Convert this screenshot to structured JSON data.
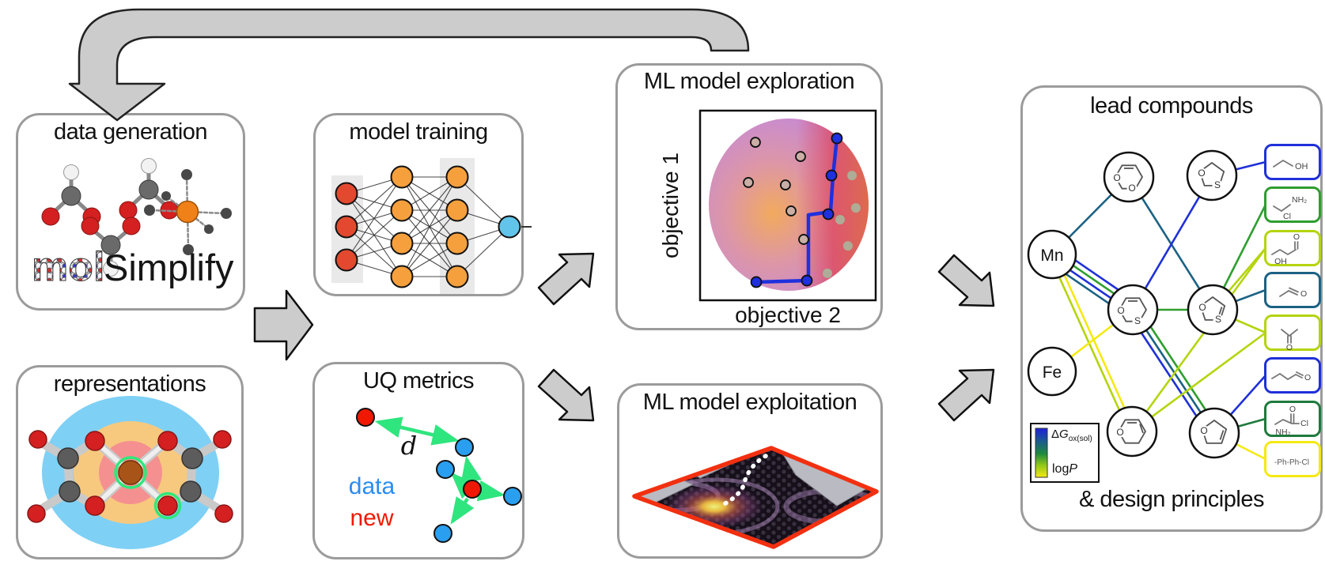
{
  "palette": {
    "blue": "#1f30d9",
    "green": "#2e9e2e",
    "dark_green": "#1d7a3c",
    "teal": "#1b6284",
    "yellow_green": "#b5d40e",
    "yellow": "#f5e913",
    "arrow_gray": "#cccccc",
    "box_border": "#9b9b9b",
    "pareto_blue": "#1f30dd",
    "uq_green": "#2fe57e",
    "data_blue": "#2a8cf0",
    "new_red": "#f01800"
  },
  "boxes": {
    "data_generation": {
      "title": "data generation",
      "logo_mol": "mol",
      "logo_simplify": "Simplify"
    },
    "representations": {
      "title": "representations"
    },
    "model_training": {
      "title": "model training"
    },
    "uq_metrics": {
      "title": "UQ metrics",
      "distance_label": "d",
      "data_label": "data",
      "new_label": "new"
    },
    "ml_exploration": {
      "title": "ML model exploration",
      "xlabel": "objective 2",
      "ylabel": "objective 1"
    },
    "ml_exploitation": {
      "title": "ML model exploitation"
    },
    "lead_compounds": {
      "title": "lead compounds",
      "subtitle": "& design principles"
    }
  },
  "nn": {
    "layers": [
      3,
      4,
      4,
      1
    ],
    "layer_colors": [
      "#e2492f",
      "#f5a03d",
      "#f5a03d",
      "#62c4ea"
    ]
  },
  "exploration_plot": {
    "pareto_line": [
      [
        0.779,
        0.146
      ],
      [
        0.757,
        0.342
      ],
      [
        0.743,
        0.533
      ],
      [
        0.617,
        0.55
      ],
      [
        0.617,
        0.896
      ],
      [
        0.32,
        0.904
      ]
    ],
    "pareto_points": [
      [
        0.779,
        0.146
      ],
      [
        0.748,
        0.342
      ],
      [
        0.73,
        0.546
      ],
      [
        0.608,
        0.896
      ],
      [
        0.32,
        0.904
      ]
    ],
    "explored_points": [
      [
        0.315,
        0.167
      ],
      [
        0.572,
        0.242
      ],
      [
        0.275,
        0.379
      ],
      [
        0.486,
        0.392
      ],
      [
        0.518,
        0.529
      ],
      [
        0.59,
        0.679
      ]
    ],
    "candidate_points": [
      [
        0.865,
        0.342
      ],
      [
        0.887,
        0.513
      ],
      [
        0.797,
        0.575
      ],
      [
        0.842,
        0.713
      ],
      [
        0.725,
        0.858
      ]
    ]
  },
  "network": {
    "metals": [
      {
        "id": "mn",
        "label": "Mn"
      },
      {
        "id": "fe",
        "label": "Fe"
      }
    ],
    "ring_atoms": {
      "r1": [
        "O",
        "O"
      ],
      "r2": [
        "O",
        "S"
      ],
      "r3": [
        "O",
        "S"
      ],
      "r4": [
        "O",
        "S"
      ],
      "r5": [
        "O"
      ],
      "r6": [
        "O"
      ]
    },
    "edges": [
      [
        "mn",
        "r1",
        "teal"
      ],
      [
        "mn",
        "r3",
        "blue"
      ],
      [
        "mn",
        "r3",
        "green"
      ],
      [
        "mn",
        "r3",
        "blue"
      ],
      [
        "mn",
        "r3",
        "teal"
      ],
      [
        "mn",
        "r5",
        "yellow"
      ],
      [
        "mn",
        "r5",
        "yellow_green"
      ],
      [
        "fe",
        "r3",
        "yellow"
      ],
      [
        "r1",
        "r4",
        "teal"
      ],
      [
        "r2",
        "r3",
        "blue"
      ],
      [
        "r2",
        "b1",
        "blue"
      ],
      [
        "r3",
        "r4",
        "green"
      ],
      [
        "r3",
        "r6",
        "green"
      ],
      [
        "r3",
        "r6",
        "teal"
      ],
      [
        "r3",
        "r6",
        "blue"
      ],
      [
        "r4",
        "b2",
        "green"
      ],
      [
        "r4",
        "b3",
        "yellow_green"
      ],
      [
        "r4",
        "b4",
        "teal"
      ],
      [
        "r4",
        "b5",
        "yellow_green"
      ],
      [
        "r5",
        "b3",
        "yellow_green"
      ],
      [
        "r5",
        "b5",
        "yellow_green"
      ],
      [
        "r6",
        "b6",
        "blue"
      ],
      [
        "r6",
        "b7",
        "dark_green"
      ],
      [
        "r6",
        "b8",
        "yellow"
      ]
    ]
  },
  "legend": {
    "delta": "Δ",
    "g": "G",
    "sub": "ox(sol)",
    "log": "log",
    "p": "P"
  },
  "compounds": [
    {
      "border": "blue",
      "labels": [
        "OH"
      ]
    },
    {
      "border": "green",
      "labels": [
        "NH₂",
        "Cl"
      ]
    },
    {
      "border": "yellow_green",
      "labels": [
        "O",
        "OH"
      ]
    },
    {
      "border": "teal",
      "labels": [
        "O"
      ]
    },
    {
      "border": "yellow_green",
      "labels": [
        "O"
      ]
    },
    {
      "border": "blue",
      "labels": [
        "O"
      ]
    },
    {
      "border": "dark_green",
      "labels": [
        "O",
        "Cl",
        "NH₂"
      ]
    },
    {
      "border": "yellow",
      "labels": [
        "-Ph-Ph-Cl"
      ]
    }
  ]
}
